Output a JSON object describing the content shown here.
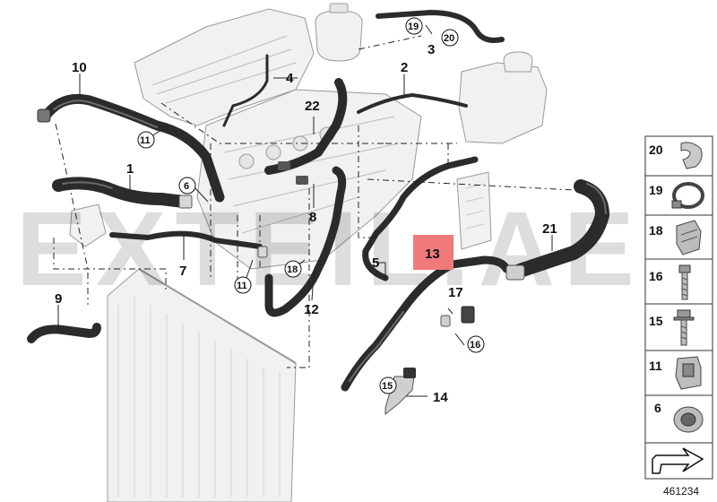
{
  "watermark": "EXTEIL.AE",
  "diagram_ref": "461234",
  "highlight_color": "#f07a7a",
  "highlighted_label": "13",
  "callouts": {
    "c1": "1",
    "c2": "2",
    "c3": "3",
    "c4": "4",
    "c5": "5",
    "c6": "6",
    "c7": "7",
    "c8": "8",
    "c9": "9",
    "c10": "10",
    "c11a": "11",
    "c11b": "11",
    "c12": "12",
    "c13": "13",
    "c14": "14",
    "c15": "15",
    "c16": "16",
    "c17": "17",
    "c18": "18",
    "c19": "19",
    "c20": "20",
    "c21": "21",
    "c22": "22"
  },
  "sidebar": {
    "items": [
      {
        "label": "20",
        "icon": "clamp-icon"
      },
      {
        "label": "19",
        "icon": "hose-clamp-icon"
      },
      {
        "label": "18",
        "icon": "clip-icon"
      },
      {
        "label": "16",
        "icon": "bolt-icon"
      },
      {
        "label": "15",
        "icon": "flange-bolt-icon"
      },
      {
        "label": "11",
        "icon": "quick-connector-icon"
      },
      {
        "label": "6",
        "icon": "coupling-icon"
      },
      {
        "label": "",
        "icon": "arrow-icon"
      }
    ]
  }
}
